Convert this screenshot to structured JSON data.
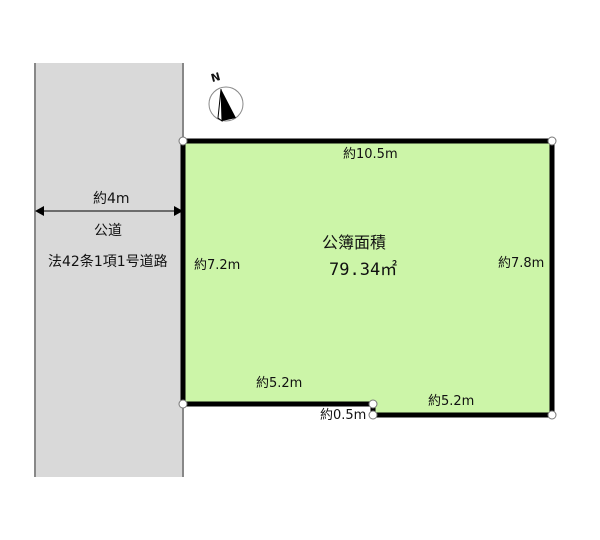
{
  "road": {
    "width_label": "約4m",
    "name": "公道",
    "law_classification": "法42条1項1号道路",
    "fill_color": "#d9d9d9"
  },
  "lot": {
    "fill_color": "#ccf5a8",
    "border_color": "#000000",
    "area_title": "公簿面積",
    "area_value": "79.34㎡",
    "dimensions": {
      "top": "約10.5m",
      "left": "約7.2m",
      "right": "約7.8m",
      "bottom_left": "約5.2m",
      "bottom_right": "約5.2m",
      "step": "約0.5m"
    }
  },
  "compass": {
    "label": "N"
  }
}
